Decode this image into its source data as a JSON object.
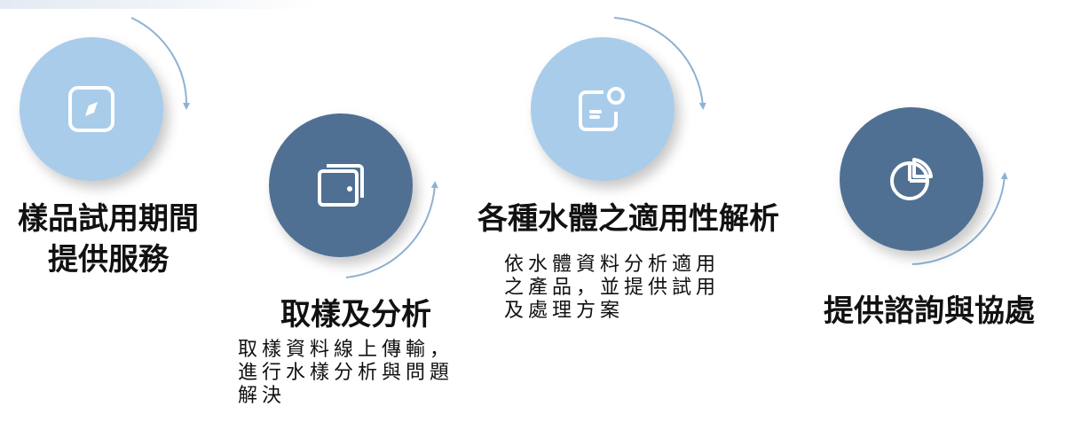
{
  "steps": [
    {
      "title_line1": "樣品試用期間",
      "title_line2": "提供服務",
      "description": "",
      "icon": "compass-icon",
      "circle_color": "#a9ccea",
      "arc_direction": "clockwise-down"
    },
    {
      "title_line1": "取樣及分析",
      "title_line2": "",
      "description": "取樣資料線上傳輸，\n進行水樣分析與問題\n解決",
      "icon": "wallet-icon",
      "circle_color": "#4f7093",
      "arc_direction": "counterclockwise-up"
    },
    {
      "title_line1": "各種水體之適用性解析",
      "title_line2": "",
      "description": "依水體資料分析適用\n之產品，並提供試用\n及處理方案",
      "icon": "wallet-badge-icon",
      "circle_color": "#a9ccea",
      "arc_direction": "clockwise-down"
    },
    {
      "title_line1": "提供諮詢與協處",
      "title_line2": "",
      "description": "",
      "icon": "pie-chart-icon",
      "circle_color": "#4f7093",
      "arc_direction": "counterclockwise-up"
    }
  ],
  "colors": {
    "light_circle": "#a9ccea",
    "dark_circle": "#4f7093",
    "arrow": "#8fb1d3",
    "icon_stroke": "#ffffff"
  }
}
